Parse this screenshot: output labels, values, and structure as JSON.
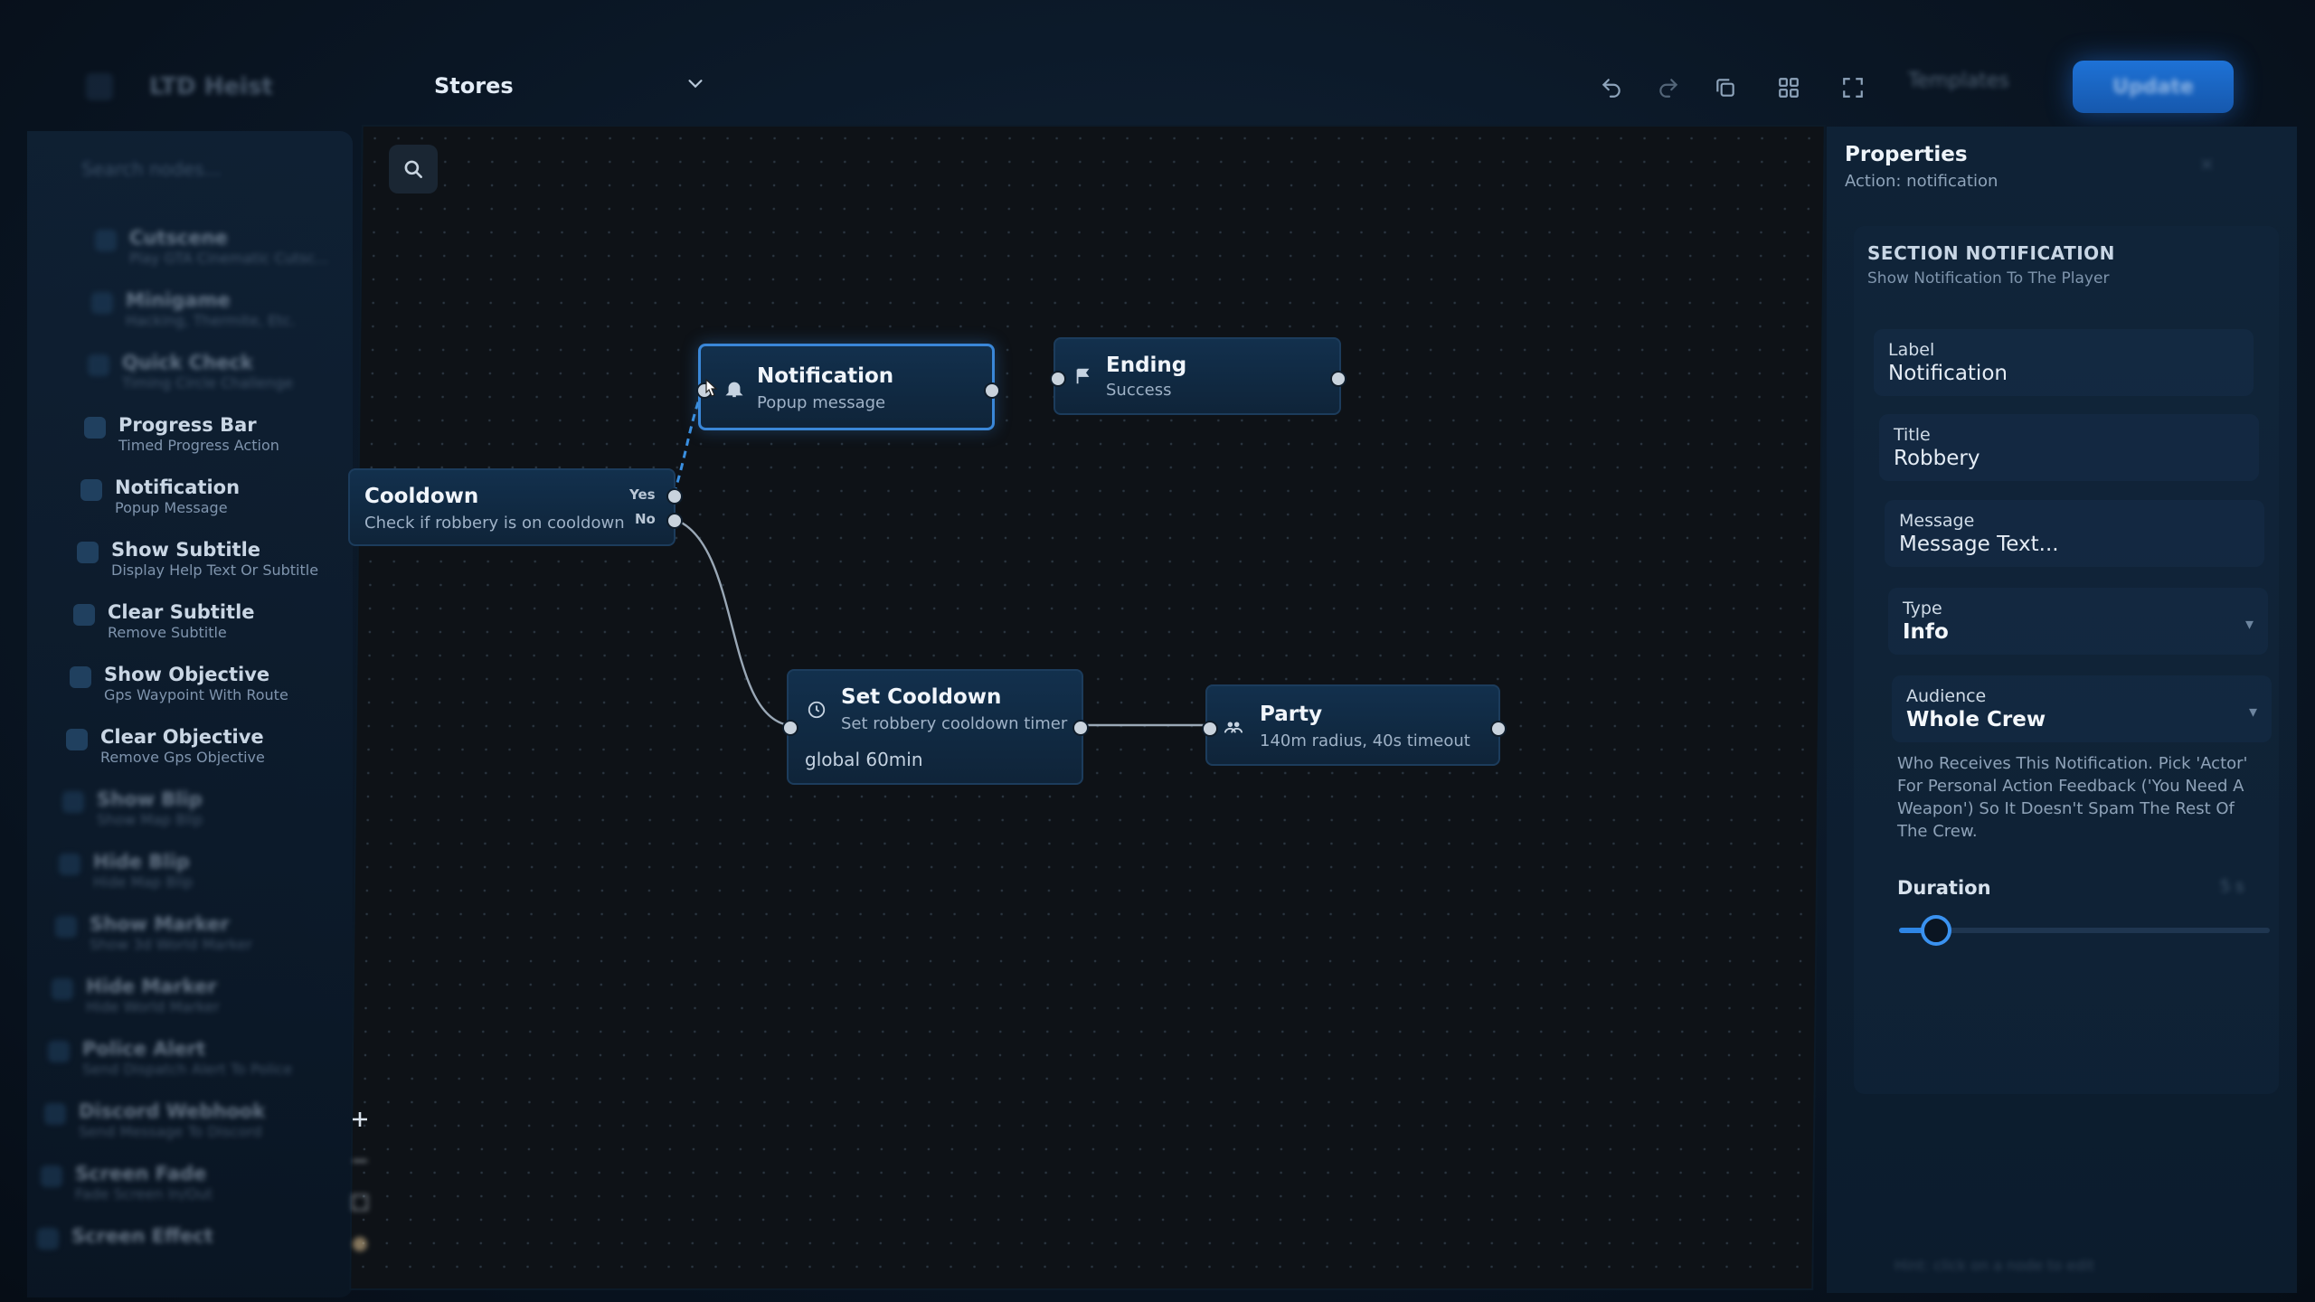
{
  "topbar": {
    "brand": "LTD Heist",
    "project": "Stores",
    "templates_label": "Templates",
    "primary_label": "Update"
  },
  "sidebar": {
    "search_placeholder": "Search nodes...",
    "items": [
      {
        "title": "Cutscene",
        "sub": "Play GTA Cinematic Cutsc..."
      },
      {
        "title": "Minigame",
        "sub": "Hacking, Thermite, Etc."
      },
      {
        "title": "Quick Check",
        "sub": "Timing Circle Challenge"
      },
      {
        "title": "Progress Bar",
        "sub": "Timed Progress Action"
      },
      {
        "title": "Notification",
        "sub": "Popup Message"
      },
      {
        "title": "Show Subtitle",
        "sub": "Display Help Text Or Subtitle"
      },
      {
        "title": "Clear Subtitle",
        "sub": "Remove Subtitle"
      },
      {
        "title": "Show Objective",
        "sub": "Gps Waypoint With Route"
      },
      {
        "title": "Clear Objective",
        "sub": "Remove Gps Objective"
      },
      {
        "title": "Show Blip",
        "sub": "Show Map Blip"
      },
      {
        "title": "Hide Blip",
        "sub": "Hide Map Blip"
      },
      {
        "title": "Show Marker",
        "sub": "Show 3d World Marker"
      },
      {
        "title": "Hide Marker",
        "sub": "Hide World Marker"
      },
      {
        "title": "Police Alert",
        "sub": "Send Dispatch Alert To Police"
      },
      {
        "title": "Discord Webhook",
        "sub": "Send Message To Discord"
      },
      {
        "title": "Screen Fade",
        "sub": "Fade Screen In/Out"
      },
      {
        "title": "Screen Effect",
        "sub": ""
      }
    ]
  },
  "nodes": {
    "notification": {
      "title": "Notification",
      "sub": "Popup message"
    },
    "ending": {
      "title": "Ending",
      "sub": "Success"
    },
    "cooldown": {
      "title": "Cooldown",
      "sub": "Check if robbery is on cooldown",
      "yes": "Yes",
      "no": "No"
    },
    "set_cooldown": {
      "title": "Set Cooldown",
      "sub": "Set robbery cooldown timer",
      "extra": "global 60min"
    },
    "party": {
      "title": "Party",
      "sub": "140m radius, 40s timeout"
    }
  },
  "properties": {
    "title": "Properties",
    "subtitle": "Action: notification",
    "section_title": "SECTION NOTIFICATION",
    "section_sub": "Show Notification To The Player",
    "fields": {
      "label": {
        "label": "Label",
        "value": "Notification"
      },
      "title": {
        "label": "Title",
        "value": "Robbery"
      },
      "message": {
        "label": "Message",
        "placeholder": "Message Text..."
      },
      "type": {
        "label": "Type",
        "value": "Info"
      },
      "audience": {
        "label": "Audience",
        "value": "Whole Crew"
      }
    },
    "help": "Who Receives This Notification. Pick 'Actor' For Personal Action Feedback ('You Need A Weapon') So It Doesn't Spam The Rest Of The Crew.",
    "duration": {
      "label": "Duration",
      "value": "5 s",
      "level": 0.1
    },
    "footer": "Hint: click on a node to edit"
  },
  "colors": {
    "accent": "#2e86e6",
    "node_bg": "#12304d",
    "canvas": "#0e1217"
  }
}
